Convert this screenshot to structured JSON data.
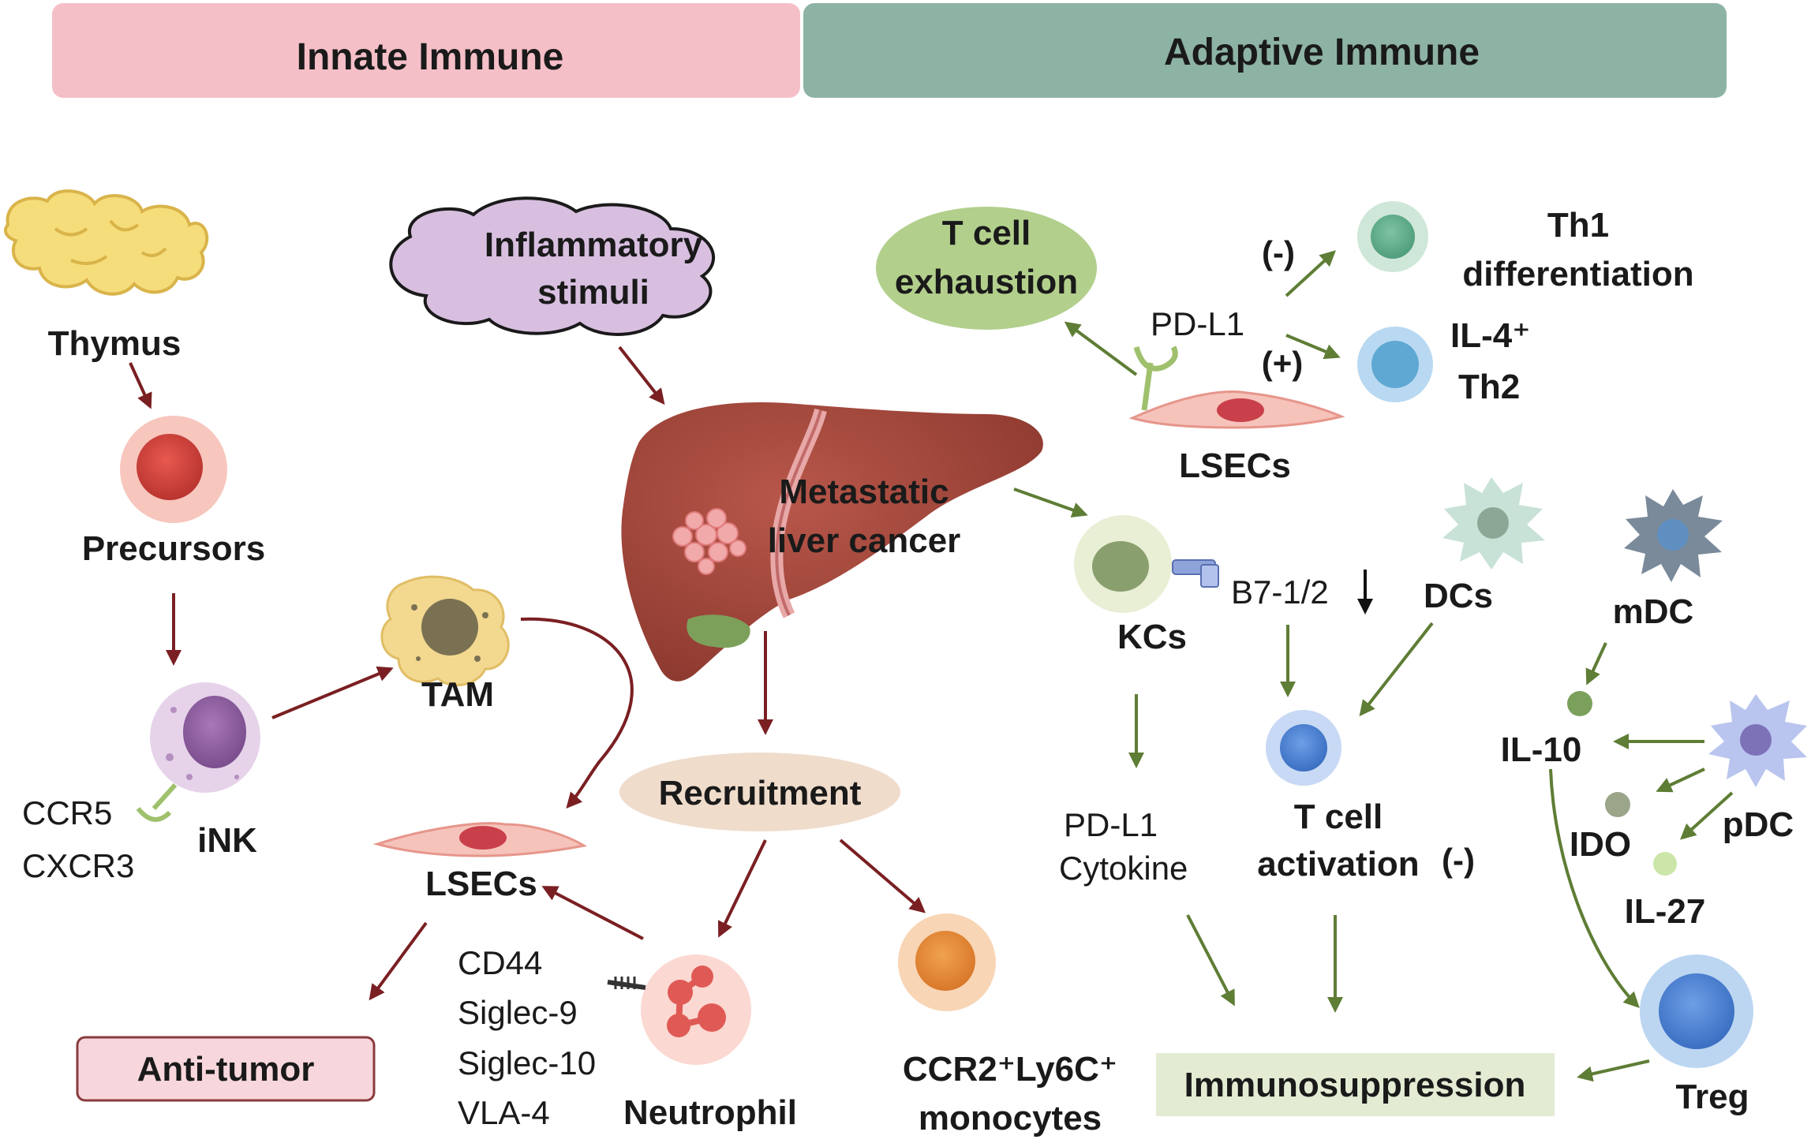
{
  "header": {
    "innate_label": "Innate Immune",
    "adaptive_label": "Adaptive Immune"
  },
  "innate": {
    "thymus": "Thymus",
    "precursors": "Precursors",
    "ink": "iNK",
    "ccr5": "CCR5",
    "cxcr3": "CXCR3",
    "tam": "TAM",
    "lsecs": "LSECs",
    "anti_tumor": "Anti-tumor",
    "inflammatory_line1": "Inflammatory",
    "inflammatory_line2": "stimuli",
    "liver_line1": "Metastatic",
    "liver_line2": "liver cancer",
    "recruitment": "Recruitment",
    "receptors": [
      "CD44",
      "Siglec-9",
      "Siglec-10",
      "VLA-4"
    ],
    "neutrophil": "Neutrophil",
    "monocytes_line1": "CCR2⁺Ly6C⁺",
    "monocytes_line2": "monocytes"
  },
  "adaptive": {
    "exhaustion_line1": "T cell",
    "exhaustion_line2": "exhaustion",
    "pdl1": "PD-L1",
    "minus": "(-)",
    "plus": "(+)",
    "th1_line1": "Th1",
    "th1_line2": "differentiation",
    "th2_line1": "IL-4⁺",
    "th2_line2": "Th2",
    "lsecs": "LSECs",
    "kcs": "KCs",
    "b7": "B7-1/2",
    "dcs": "DCs",
    "mdc": "mDC",
    "pdl1_cytokine_line1": "PD-L1",
    "pdl1_cytokine_line2": "Cytokine",
    "tcell_act_line1": "T cell",
    "tcell_act_line2": "activation",
    "tcell_act_minus": "(-)",
    "il10": "IL-10",
    "ido": "IDO",
    "il27": "IL-27",
    "pdc": "pDC",
    "treg": "Treg",
    "immunosuppression": "Immunosuppression"
  },
  "colors": {
    "innate_banner": "#f5bfc8",
    "adaptive_banner": "#8db3a4",
    "innate_arrow": "#7a1f22",
    "adaptive_arrow": "#5e7d35",
    "liver": "#a6473a",
    "exhaustion_bubble": "#b2cf8c",
    "recruitment_bubble": "#efdccb",
    "cloud": "#d8bfe0",
    "immunosuppression_box": "#e3ecd3",
    "anti_tumor_box": "#f8d7dc"
  }
}
